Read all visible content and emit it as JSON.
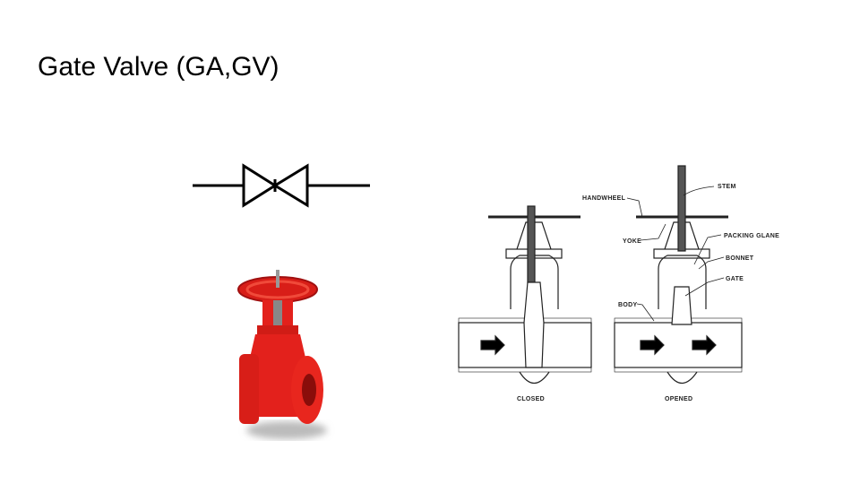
{
  "slide": {
    "title": "Gate Valve (GA,GV)"
  },
  "symbol": {
    "icon": "gate-valve-symbol-icon"
  },
  "photo": {
    "icon": "red-gate-valve-photo",
    "color": "#e3211c"
  },
  "diagram": {
    "states": [
      "CLOSED",
      "OPENED"
    ],
    "labels": {
      "stem": "STEM",
      "handwheel": "HANDWHEEL",
      "yoke": "YOKE",
      "packing_gland": "PACKING GLANE",
      "bonnet": "BONNET",
      "gate": "GATE",
      "body": "BODY"
    }
  }
}
